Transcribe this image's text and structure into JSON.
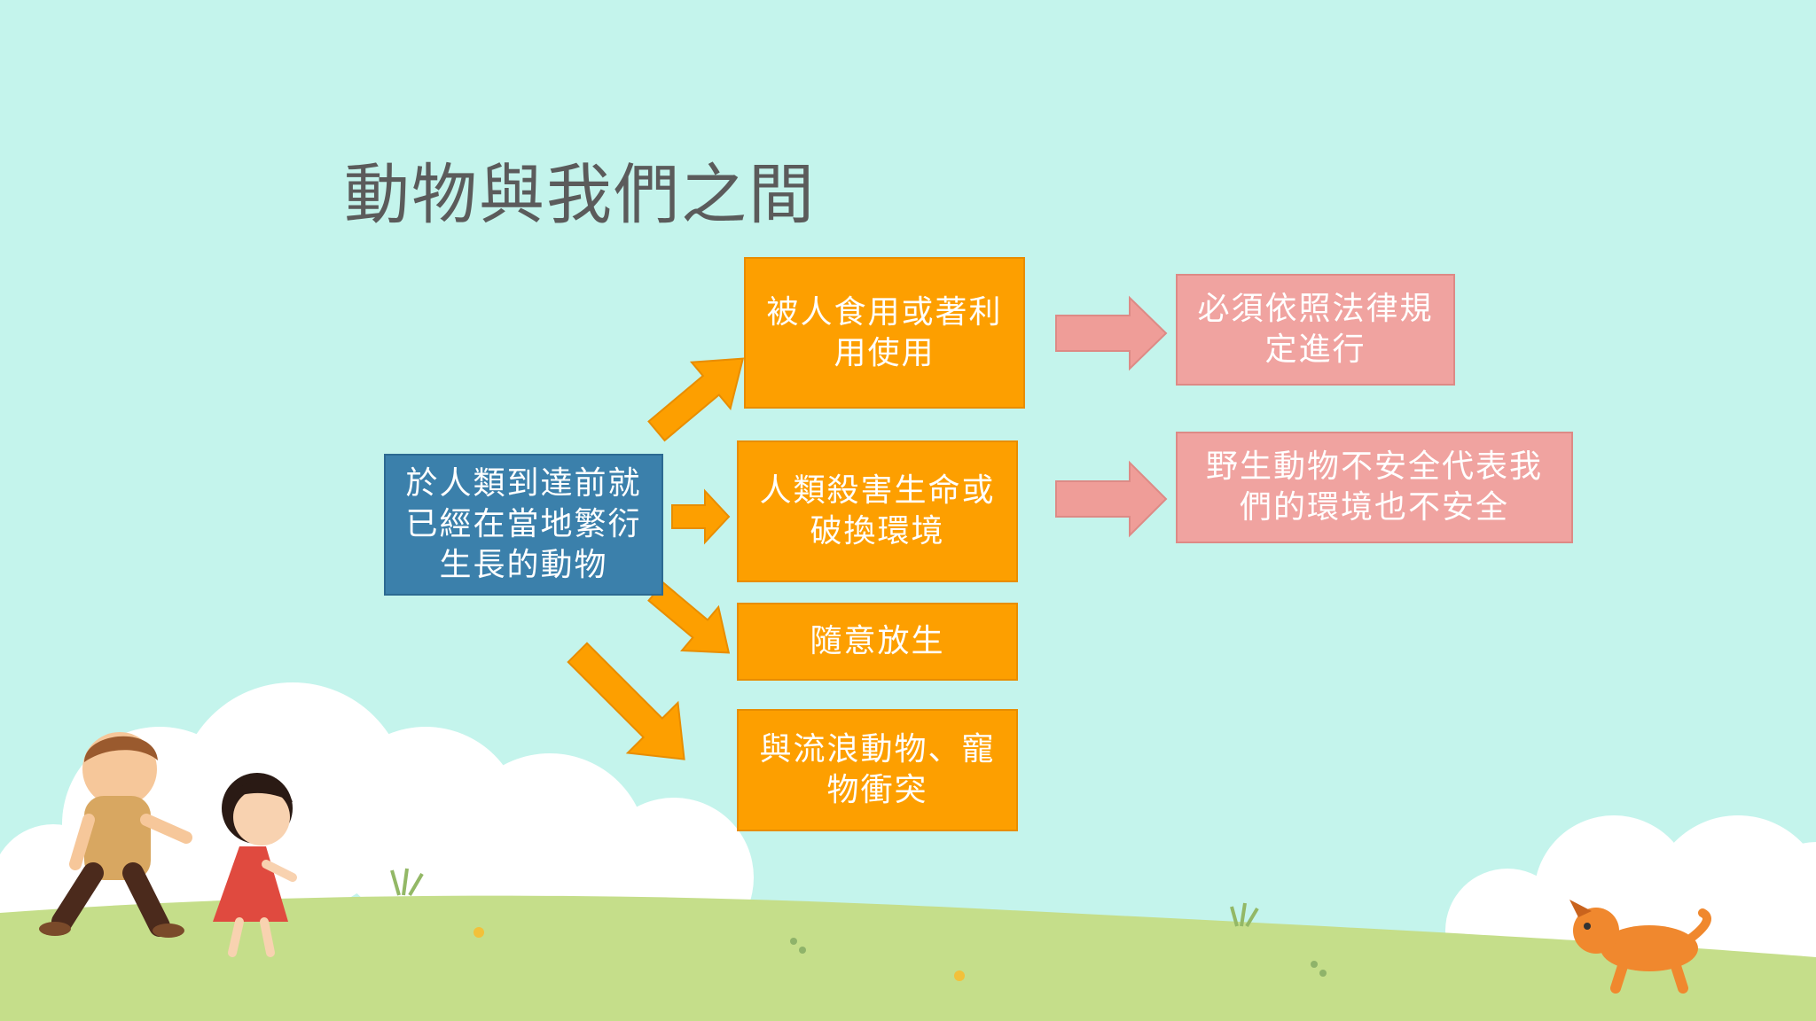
{
  "slide": {
    "title": "動物與我們之間"
  },
  "diagram": {
    "source": "於人類到達前就\n已經在當地繁衍\n生長的動物",
    "outcomes": [
      "被人食用或著利\n用使用",
      "人類殺害生命或\n破換環境",
      "隨意放生",
      "與流浪動物、寵\n物衝突"
    ],
    "consequences": [
      "必須依照法律規\n定進行",
      "野生動物不安全代表我\n們的環境也不安全"
    ]
  },
  "colors": {
    "sky": "#c4f4ec",
    "grass": "#c5de8a",
    "cloud": "#ffffff",
    "orange_box": "#fd9f00",
    "blue_box": "#3b80ab",
    "pink_box": "#f0a3a0",
    "pink_arrow": "#ef9d98"
  }
}
